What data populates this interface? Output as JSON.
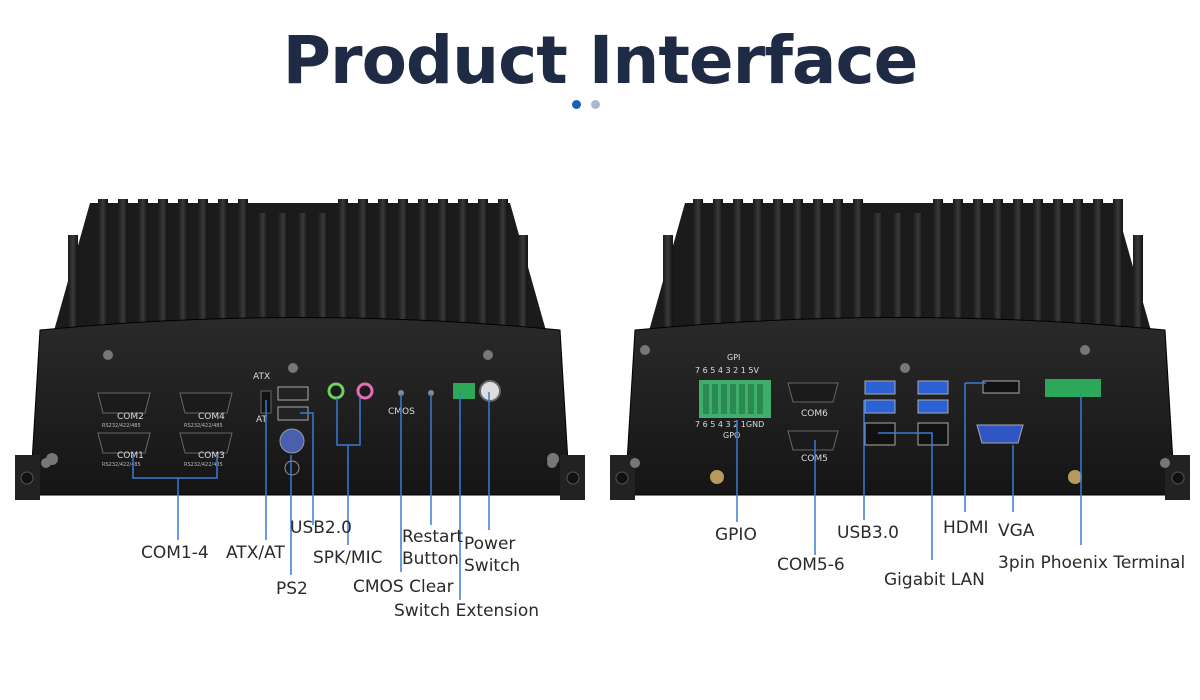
{
  "page": {
    "title": "Product Interface",
    "dot_colors": [
      "#1a5fb4",
      "#a8b8d0"
    ],
    "accent_line_color": "#3a7bd5"
  },
  "front_panel": {
    "port_labels": {
      "com2": "COM2",
      "com4": "COM4",
      "com1": "COM1",
      "com3": "COM3",
      "rs": "RS232/422/485",
      "atx": "ATX",
      "at": "AT",
      "cmos": "CMOS"
    },
    "callouts": [
      {
        "id": "com1-4",
        "text": "COM1-4"
      },
      {
        "id": "atx-at",
        "text": "ATX/AT"
      },
      {
        "id": "usb20",
        "text": "USB2.0"
      },
      {
        "id": "spk-mic",
        "text": "SPK/MIC"
      },
      {
        "id": "restart",
        "text": "Restart\nButton"
      },
      {
        "id": "power",
        "text": "Power\nSwitch"
      },
      {
        "id": "ps2",
        "text": "PS2"
      },
      {
        "id": "cmos-clear",
        "text": "CMOS Clear"
      },
      {
        "id": "switch-ext",
        "text": "Switch Extension"
      }
    ]
  },
  "rear_panel": {
    "port_labels": {
      "gpi": "GPI",
      "gpi_pins": "7 6 5 4 3 2 1 5V",
      "gpo_pins": "7 6 5 4 3 2 1GND",
      "gpo": "GPO",
      "com6": "COM6",
      "com5": "COM5"
    },
    "callouts": [
      {
        "id": "gpio",
        "text": "GPIO"
      },
      {
        "id": "com5-6",
        "text": "COM5-6"
      },
      {
        "id": "usb30",
        "text": "USB3.0"
      },
      {
        "id": "gigabit-lan",
        "text": "Gigabit LAN"
      },
      {
        "id": "hdmi",
        "text": "HDMI"
      },
      {
        "id": "vga",
        "text": "VGA"
      },
      {
        "id": "phoenix",
        "text": "3pin Phoenix Terminal"
      }
    ]
  }
}
